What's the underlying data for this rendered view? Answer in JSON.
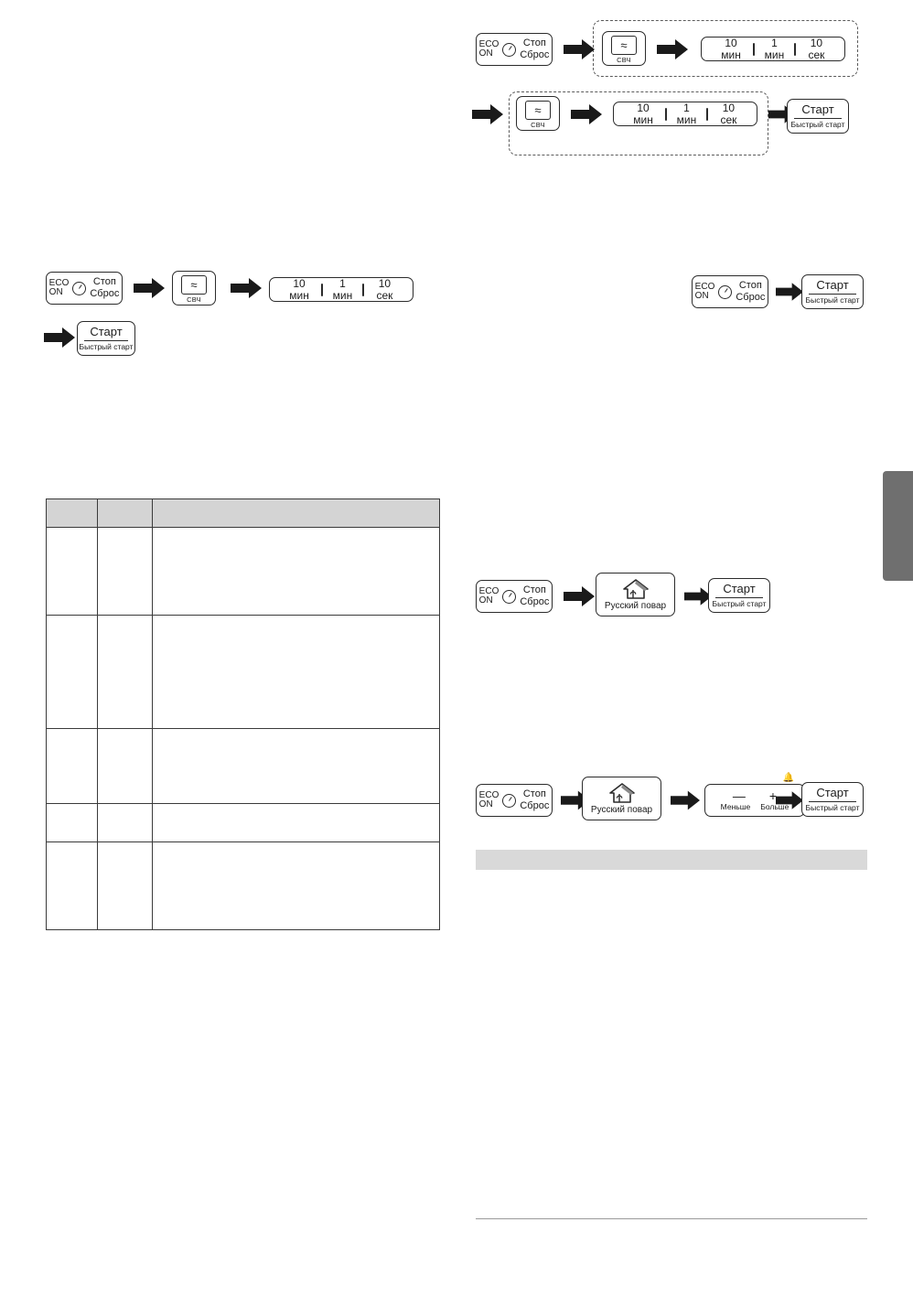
{
  "labels": {
    "eco_line1": "ECO",
    "eco_line2": "ON",
    "stop_line1": "Стоп",
    "stop_line2": "Сброс",
    "start_line1": "Старт",
    "start_line2": "Быстрый старт",
    "mw_caption": "СВЧ",
    "mw_glyph": "≈",
    "time_10min": "10 мин",
    "time_1min": "1 мин",
    "time_10sec": "10 сек",
    "cook_caption": "Русский повар",
    "minus": "—",
    "plus": "+",
    "less": "Меньше",
    "more": "Больше",
    "bell": "🔔"
  },
  "sequences": {
    "top_right_row1": [
      "eco-stop-reset",
      "microwave",
      "time-selector"
    ],
    "top_right_row2": [
      "microwave",
      "time-selector",
      "start"
    ],
    "left_row1": [
      "eco-stop-reset",
      "microwave",
      "time-selector"
    ],
    "left_row2": [
      "start"
    ],
    "right_simple": [
      "eco-stop-reset",
      "start"
    ],
    "right_cook": [
      "eco-stop-reset",
      "russian-cook",
      "start"
    ],
    "right_cook_adjust": [
      "eco-stop-reset",
      "russian-cook",
      "less-more",
      "start"
    ]
  },
  "table": {
    "columns": [
      "",
      "",
      ""
    ],
    "rows": [
      {
        "c1": "",
        "c2": "",
        "c3": "",
        "h": 96
      },
      {
        "c1": "",
        "c2": "",
        "c3": "",
        "h": 124
      },
      {
        "c1": "",
        "c2": "",
        "c3": "",
        "h": 82
      },
      {
        "c1": "",
        "c2": "",
        "c3": "",
        "h": 42
      },
      {
        "c1": "",
        "c2": "",
        "c3": "",
        "h": 96
      }
    ]
  }
}
